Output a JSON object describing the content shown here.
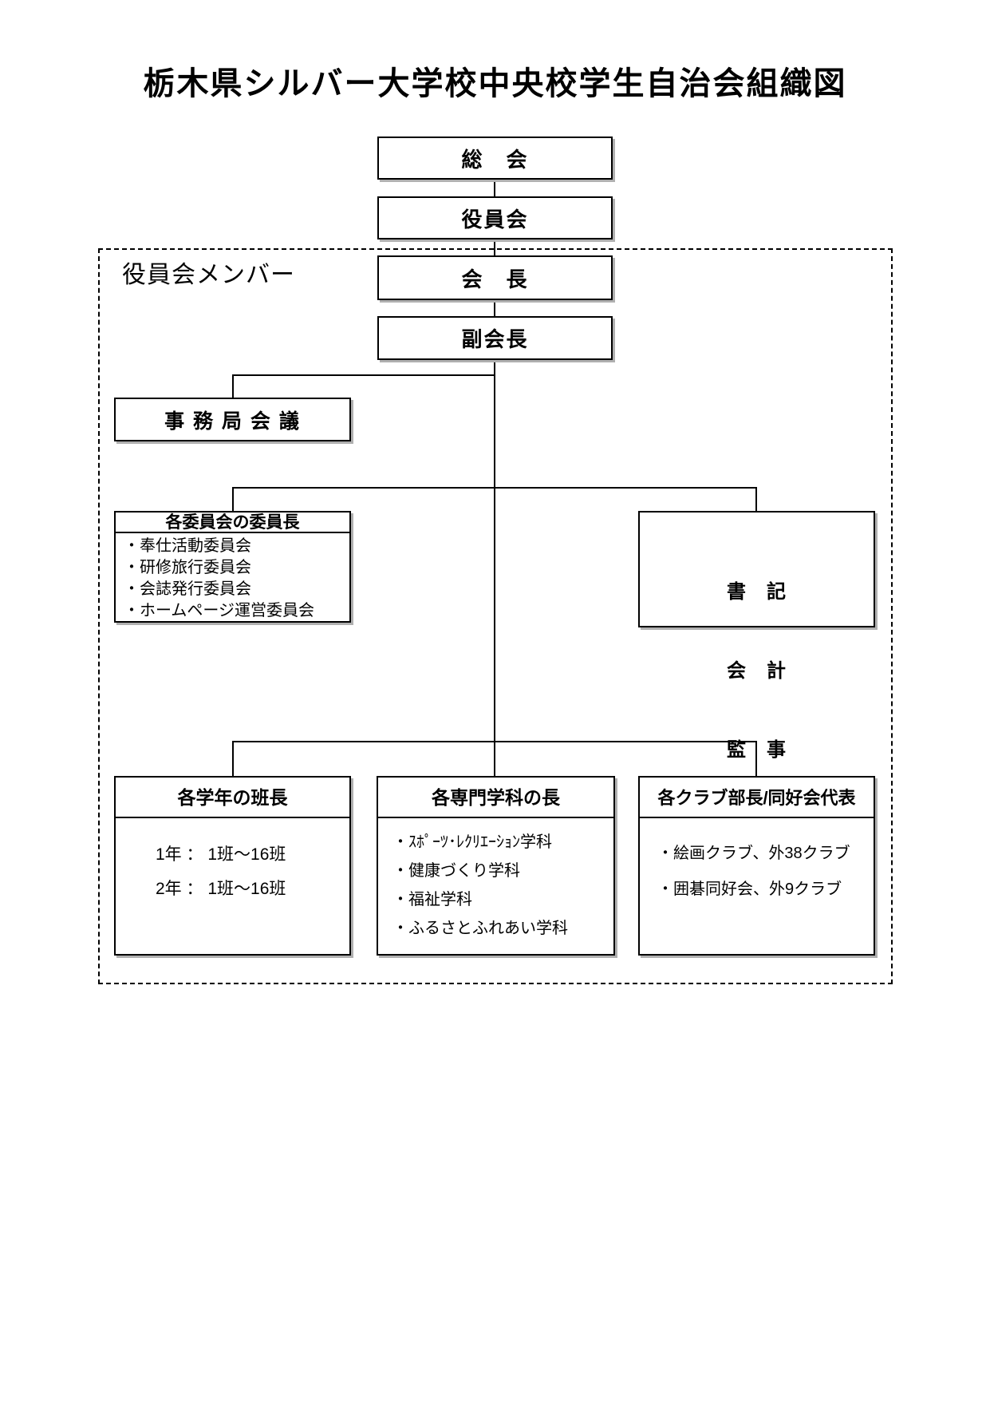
{
  "page": {
    "title": "栃木県シルバー大学校中央校学生自治会組織図"
  },
  "group": {
    "label": "役員会メンバー"
  },
  "nodes": {
    "general_assembly": "総　会",
    "board": "役員会",
    "chairman": "会　長",
    "vice_chairman": "副会長",
    "secretariat_meeting": "事 務 局 会 議",
    "committee": {
      "header": "各委員会の委員長",
      "items": [
        "・奉仕活動委員会",
        "・研修旅行委員会",
        "・会誌発行委員会",
        "・ホームページ運営委員会"
      ]
    },
    "officers": {
      "lines": [
        "書　記",
        "会　計",
        "監　事"
      ]
    },
    "grade_leaders": {
      "header": "各学年の班長",
      "items": [
        "1年 ： 1班～16班",
        "2年 ： 1班～16班"
      ]
    },
    "department_heads": {
      "header": "各専門学科の長",
      "items": [
        "・ｽﾎﾟｰﾂ･ﾚｸﾘｴｰｼｮﾝ学科",
        "・健康づくり学科",
        "・福祉学科",
        "・ふるさとふれあい学科"
      ]
    },
    "club_representatives": {
      "header": "各クラブ部長/同好会代表",
      "items": [
        "・絵画クラブ、外38クラブ",
        "・囲碁同好会、外9クラブ"
      ]
    }
  },
  "colors": {
    "line": "#000000",
    "background": "#ffffff",
    "box_shadow": "#b0b0b0"
  }
}
